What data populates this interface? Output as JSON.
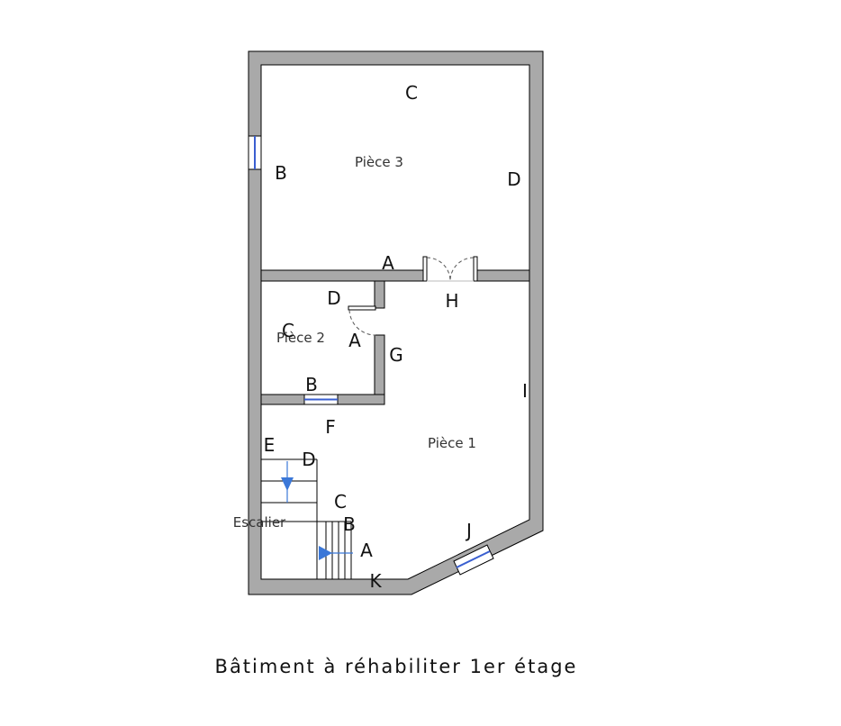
{
  "rooms": {
    "piece3": "Pièce 3",
    "piece2": "Pièce 2",
    "piece1": "Pièce 1",
    "escalier": "Escalier"
  },
  "wall_labels": {
    "p3_a": "A",
    "p3_b": "B",
    "p3_c": "C",
    "p3_d": "D",
    "p2_a": "A",
    "p2_b": "B",
    "p2_c": "C",
    "p2_d": "D",
    "p1_b": "B",
    "p1_c": "C",
    "p1_d": "D",
    "p1_e": "E",
    "p1_f": "F",
    "p1_g": "G",
    "p1_h": "H",
    "p1_i": "I",
    "p1_j": "J",
    "p1_k": "K",
    "stair_a": "A"
  },
  "caption": "Bâtiment à réhabiliter 1er étage",
  "colors": {
    "wall_fill": "#a9a9a9",
    "wall_stroke": "#000000",
    "window": "#3a5fd0",
    "stair_arrow": "#3b78d8",
    "door_swing": "#555555"
  }
}
